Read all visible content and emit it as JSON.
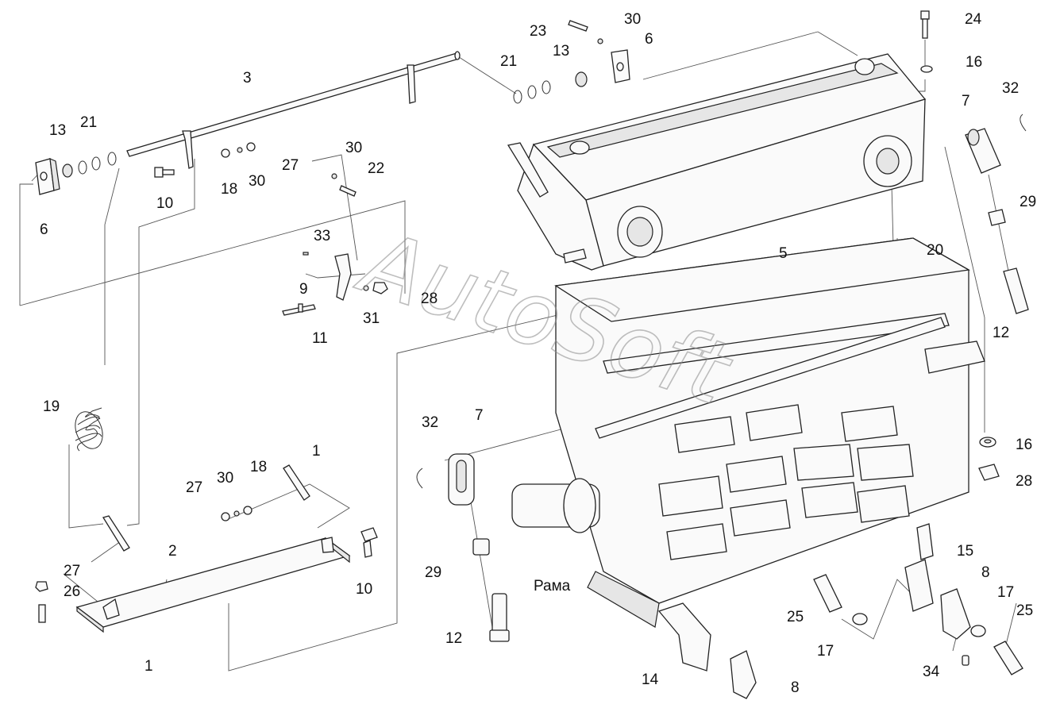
{
  "watermark": "AutoSoft",
  "frame_label": "Рама",
  "callouts": [
    {
      "id": "c-3",
      "text": "3"
    },
    {
      "id": "c-21a",
      "text": "21"
    },
    {
      "id": "c-13a",
      "text": "13"
    },
    {
      "id": "c-6a",
      "text": "6"
    },
    {
      "id": "c-10a",
      "text": "10"
    },
    {
      "id": "c-18a",
      "text": "18"
    },
    {
      "id": "c-30a",
      "text": "30"
    },
    {
      "id": "c-27a",
      "text": "27"
    },
    {
      "id": "c-30b",
      "text": "30"
    },
    {
      "id": "c-22",
      "text": "22"
    },
    {
      "id": "c-33",
      "text": "33"
    },
    {
      "id": "c-9",
      "text": "9"
    },
    {
      "id": "c-28a",
      "text": "28"
    },
    {
      "id": "c-31",
      "text": "31"
    },
    {
      "id": "c-11",
      "text": "11"
    },
    {
      "id": "c-19",
      "text": "19"
    },
    {
      "id": "c-1a",
      "text": "1"
    },
    {
      "id": "c-27b",
      "text": "27"
    },
    {
      "id": "c-30c",
      "text": "30"
    },
    {
      "id": "c-18b",
      "text": "18"
    },
    {
      "id": "c-2",
      "text": "2"
    },
    {
      "id": "c-27c",
      "text": "27"
    },
    {
      "id": "c-26",
      "text": "26"
    },
    {
      "id": "c-10b",
      "text": "10"
    },
    {
      "id": "c-1b",
      "text": "1"
    },
    {
      "id": "c-23",
      "text": "23"
    },
    {
      "id": "c-30d",
      "text": "30"
    },
    {
      "id": "c-6b",
      "text": "6"
    },
    {
      "id": "c-21b",
      "text": "21"
    },
    {
      "id": "c-13b",
      "text": "13"
    },
    {
      "id": "c-24",
      "text": "24"
    },
    {
      "id": "c-16a",
      "text": "16"
    },
    {
      "id": "c-7a",
      "text": "7"
    },
    {
      "id": "c-32a",
      "text": "32"
    },
    {
      "id": "c-29a",
      "text": "29"
    },
    {
      "id": "c-5",
      "text": "5"
    },
    {
      "id": "c-20",
      "text": "20"
    },
    {
      "id": "c-12a",
      "text": "12"
    },
    {
      "id": "c-32b",
      "text": "32"
    },
    {
      "id": "c-7b",
      "text": "7"
    },
    {
      "id": "c-29b",
      "text": "29"
    },
    {
      "id": "c-12b",
      "text": "12"
    },
    {
      "id": "c-16b",
      "text": "16"
    },
    {
      "id": "c-28b",
      "text": "28"
    },
    {
      "id": "c-15",
      "text": "15"
    },
    {
      "id": "c-8a",
      "text": "8"
    },
    {
      "id": "c-17a",
      "text": "17"
    },
    {
      "id": "c-25a",
      "text": "25"
    },
    {
      "id": "c-25b",
      "text": "25"
    },
    {
      "id": "c-17b",
      "text": "17"
    },
    {
      "id": "c-34",
      "text": "34"
    },
    {
      "id": "c-14",
      "text": "14"
    },
    {
      "id": "c-8b",
      "text": "8"
    }
  ]
}
